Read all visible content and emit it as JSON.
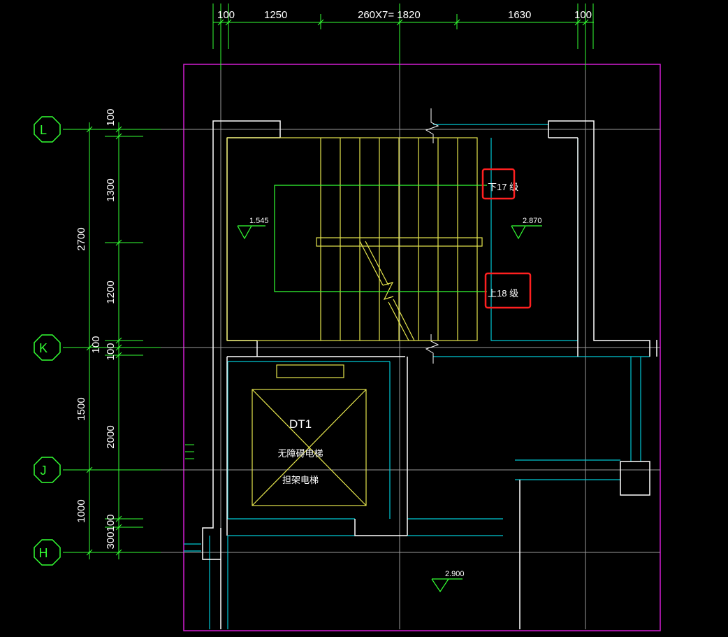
{
  "drawing": {
    "top_dims": [
      "100",
      "1250",
      "260X7= 1820",
      "1630",
      "100"
    ],
    "left_dims_outer": [
      "2700",
      "1500",
      "1000"
    ],
    "left_dims_inner": [
      "100",
      "1300",
      "1200",
      "100",
      "100",
      "2000",
      "100",
      "300"
    ],
    "grid_axes": [
      "L",
      "K",
      "J",
      "H"
    ],
    "stair_labels": {
      "down": "下17 级",
      "up": "上18 级"
    },
    "elevations": [
      "1.545",
      "2.870",
      "2.900"
    ],
    "elevator": {
      "code": "DT1",
      "line1": "无障碍电梯",
      "line2": "担架电梯"
    },
    "colors": {
      "background": "#000000",
      "dimension": "#33ff33",
      "wall": "#ffffff",
      "stair": "#e6e64d",
      "cyan": "#00c8d4",
      "magenta": "#d21ed2",
      "grid": "#9a9a9a",
      "highlight": "#ff2020"
    }
  }
}
